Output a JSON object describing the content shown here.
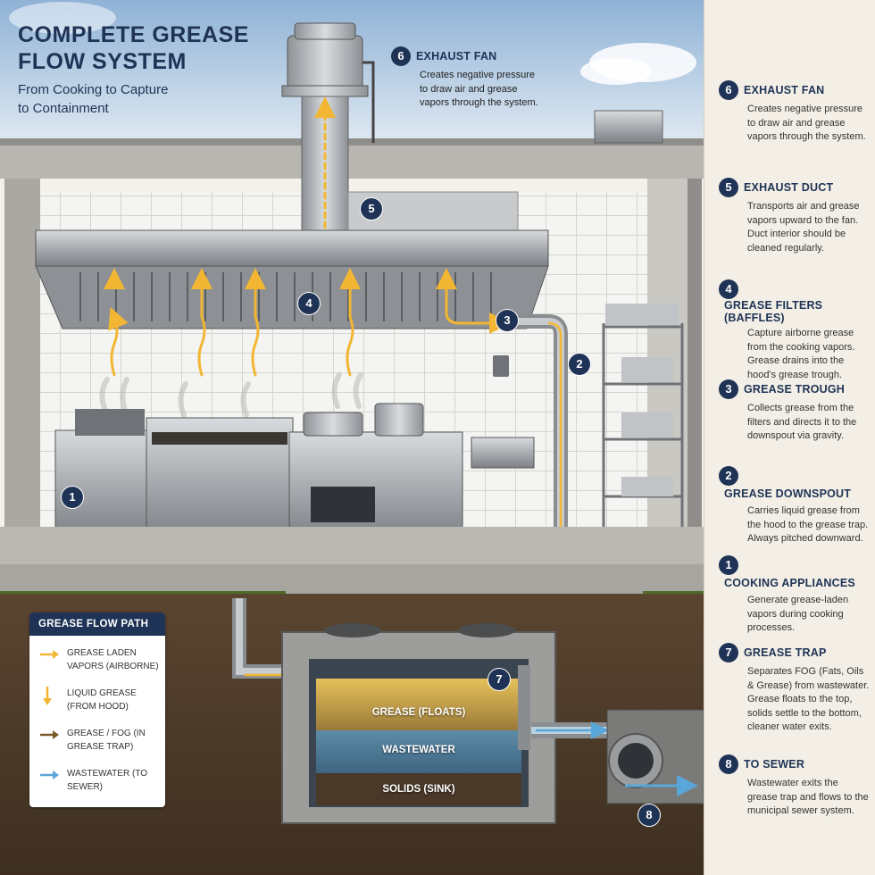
{
  "header": {
    "title_line1": "COMPLETE GREASE",
    "title_line2": "FLOW SYSTEM",
    "subtitle_line1": "From Cooking to Capture",
    "subtitle_line2": "to Containment"
  },
  "fan_callout": {
    "number": "6",
    "title": "EXHAUST FAN",
    "desc": "Creates negative pressure to draw air and grease vapors through the system."
  },
  "steps": [
    {
      "number": "6",
      "title": "EXHAUST FAN",
      "desc": "Creates negative pressure to draw air and grease vapors through the system."
    },
    {
      "number": "5",
      "title": "EXHAUST DUCT",
      "desc": "Transports air and grease vapors upward to the fan. Duct interior should be cleaned regularly."
    },
    {
      "number": "4",
      "title": "GREASE FILTERS (BAFFLES)",
      "desc": "Capture airborne grease from the cooking vapors. Grease drains into the hood's grease trough."
    },
    {
      "number": "3",
      "title": "GREASE TROUGH",
      "desc": "Collects grease from the filters and directs it to the downspout via gravity."
    },
    {
      "number": "2",
      "title": "GREASE DOWNSPOUT",
      "desc": "Carries liquid grease from the hood to the grease trap. Always pitched downward."
    },
    {
      "number": "1",
      "title": "COOKING APPLIANCES",
      "desc": "Generate grease-laden vapors during cooking processes."
    },
    {
      "number": "7",
      "title": "GREASE TRAP",
      "desc": "Separates FOG (Fats, Oils & Grease) from wastewater. Grease floats to the top, solids settle to the bottom, cleaner water exits."
    },
    {
      "number": "8",
      "title": "TO SEWER",
      "desc": "Wastewater exits the grease trap and flows to the municipal sewer system."
    }
  ],
  "legend": {
    "title": "GREASE FLOW PATH",
    "items": [
      {
        "label": "GREASE LADEN VAPORS (AIRBORNE)",
        "color": "#f2b632",
        "icon": "arrow-right-icon"
      },
      {
        "label": "LIQUID GREASE (FROM HOOD)",
        "color": "#f2b632",
        "icon": "arrow-down-icon"
      },
      {
        "label": "GREASE / FOG (IN GREASE TRAP)",
        "color": "#7a5a2a",
        "icon": "arrow-right-icon"
      },
      {
        "label": "WASTEWATER (TO SEWER)",
        "color": "#5aa6d8",
        "icon": "arrow-right-icon"
      }
    ]
  },
  "diagram_markers": [
    "1",
    "2",
    "3",
    "4",
    "5",
    "7",
    "8"
  ],
  "tank_labels": {
    "grease": "GREASE (FLOATS)",
    "water": "WASTEWATER",
    "solids": "SOLIDS (SINK)"
  },
  "colors": {
    "navy": "#1f3356",
    "grease": "#f2b632",
    "fog": "#7a5a2a",
    "water": "#5aa6d8"
  }
}
